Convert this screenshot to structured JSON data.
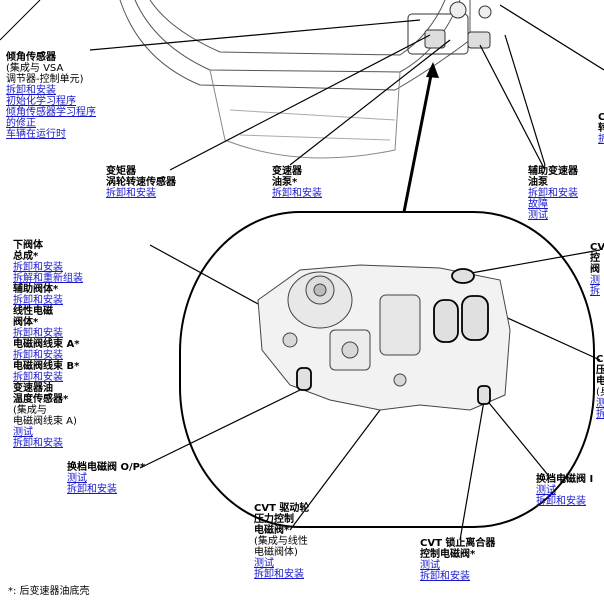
{
  "labels": {
    "tilt_sensor": {
      "lines": [
        {
          "t": "倾角传感器",
          "kind": "title"
        },
        {
          "t": "(集成与 VSA",
          "kind": "note"
        },
        {
          "t": "调节器-控制单元)",
          "kind": "note"
        },
        {
          "t": "拆卸和安装",
          "kind": "link"
        },
        {
          "t": "初始化学习程序",
          "kind": "link"
        },
        {
          "t": "倾角传感器学习程序",
          "kind": "link"
        },
        {
          "t": "的修正",
          "kind": "link"
        },
        {
          "t": "车辆在运行时",
          "kind": "link"
        }
      ]
    },
    "torque_converter_sensor": {
      "lines": [
        {
          "t": "变矩器",
          "kind": "title"
        },
        {
          "t": "涡轮转速传感器",
          "kind": "title"
        },
        {
          "t": "拆卸和安装",
          "kind": "link"
        }
      ]
    },
    "transmission_pump": {
      "lines": [
        {
          "t": "变速器",
          "kind": "title"
        },
        {
          "t": "油泵*",
          "kind": "title"
        },
        {
          "t": "拆卸和安装",
          "kind": "link"
        }
      ]
    },
    "aux_pump": {
      "lines": [
        {
          "t": "辅助变速器",
          "kind": "title"
        },
        {
          "t": "油泵",
          "kind": "title"
        },
        {
          "t": "拆卸和安装",
          "kind": "link"
        },
        {
          "t": "故障",
          "kind": "link"
        },
        {
          "t": "测试",
          "kind": "link"
        }
      ]
    },
    "lower_valve_body": {
      "lines": [
        {
          "t": "下阀体",
          "kind": "title"
        },
        {
          "t": "总成*",
          "kind": "title"
        },
        {
          "t": "拆卸和安装",
          "kind": "link"
        },
        {
          "t": "拆解和重新组装",
          "kind": "link"
        },
        {
          "t": "辅助阀体*",
          "kind": "title"
        },
        {
          "t": "拆卸和安装",
          "kind": "link"
        },
        {
          "t": "线性电磁",
          "kind": "title"
        },
        {
          "t": "阀体*",
          "kind": "title"
        },
        {
          "t": "拆卸和安装",
          "kind": "link"
        },
        {
          "t": "电磁阀线束 A*",
          "kind": "title"
        },
        {
          "t": "拆卸和安装",
          "kind": "link"
        },
        {
          "t": "电磁阀线束 B*",
          "kind": "title"
        },
        {
          "t": "拆卸和安装",
          "kind": "link"
        },
        {
          "t": "变速器油",
          "kind": "title"
        },
        {
          "t": "温度传感器*",
          "kind": "title"
        },
        {
          "t": "(集成与",
          "kind": "note"
        },
        {
          "t": "电磁阀线束 A)",
          "kind": "note"
        },
        {
          "t": "测试",
          "kind": "link"
        },
        {
          "t": "拆卸和安装",
          "kind": "link"
        }
      ]
    },
    "shift_solenoid_op": {
      "lines": [
        {
          "t": "换档电磁阀 O/P*",
          "kind": "title"
        },
        {
          "t": "测试",
          "kind": "link"
        },
        {
          "t": "拆卸和安装",
          "kind": "link"
        }
      ]
    },
    "cvt_drive_pulley": {
      "lines": [
        {
          "t": "CVT 驱动轮",
          "kind": "title"
        },
        {
          "t": "压力控制",
          "kind": "title"
        },
        {
          "t": "电磁阀*",
          "kind": "title"
        },
        {
          "t": "(集成与线性",
          "kind": "note"
        },
        {
          "t": "电磁阀体)",
          "kind": "note"
        },
        {
          "t": "测试",
          "kind": "link"
        },
        {
          "t": "拆卸和安装",
          "kind": "link"
        }
      ]
    },
    "cvt_lockup": {
      "lines": [
        {
          "t": "CVT 锁止离合器",
          "kind": "title"
        },
        {
          "t": "控制电磁阀*",
          "kind": "title"
        },
        {
          "t": "测试",
          "kind": "link"
        },
        {
          "t": "拆卸和安装",
          "kind": "link"
        }
      ]
    },
    "shift_solenoid_right": {
      "lines": [
        {
          "t": "换档电磁阀 I",
          "kind": "title"
        },
        {
          "t": "测试",
          "kind": "link"
        },
        {
          "t": "拆卸和安装",
          "kind": "link"
        }
      ]
    },
    "cv_right": {
      "lines": [
        {
          "t": "CV",
          "kind": "title"
        },
        {
          "t": "控",
          "kind": "title"
        },
        {
          "t": "阀",
          "kind": "title"
        },
        {
          "t": "测",
          "kind": "link"
        },
        {
          "t": "拆",
          "kind": "link"
        }
      ]
    },
    "c_right": {
      "lines": [
        {
          "t": "C",
          "kind": "title"
        },
        {
          "t": "压",
          "kind": "title"
        },
        {
          "t": "电",
          "kind": "title"
        },
        {
          "t": "(身",
          "kind": "note"
        },
        {
          "t": "测",
          "kind": "link"
        },
        {
          "t": "拆",
          "kind": "link"
        }
      ]
    },
    "top_right_edge": {
      "lines": [
        {
          "t": "C",
          "kind": "title"
        },
        {
          "t": "转",
          "kind": "title"
        },
        {
          "t": "拆",
          "kind": "link"
        }
      ]
    }
  },
  "footnote": "*: 后变速器油底壳"
}
